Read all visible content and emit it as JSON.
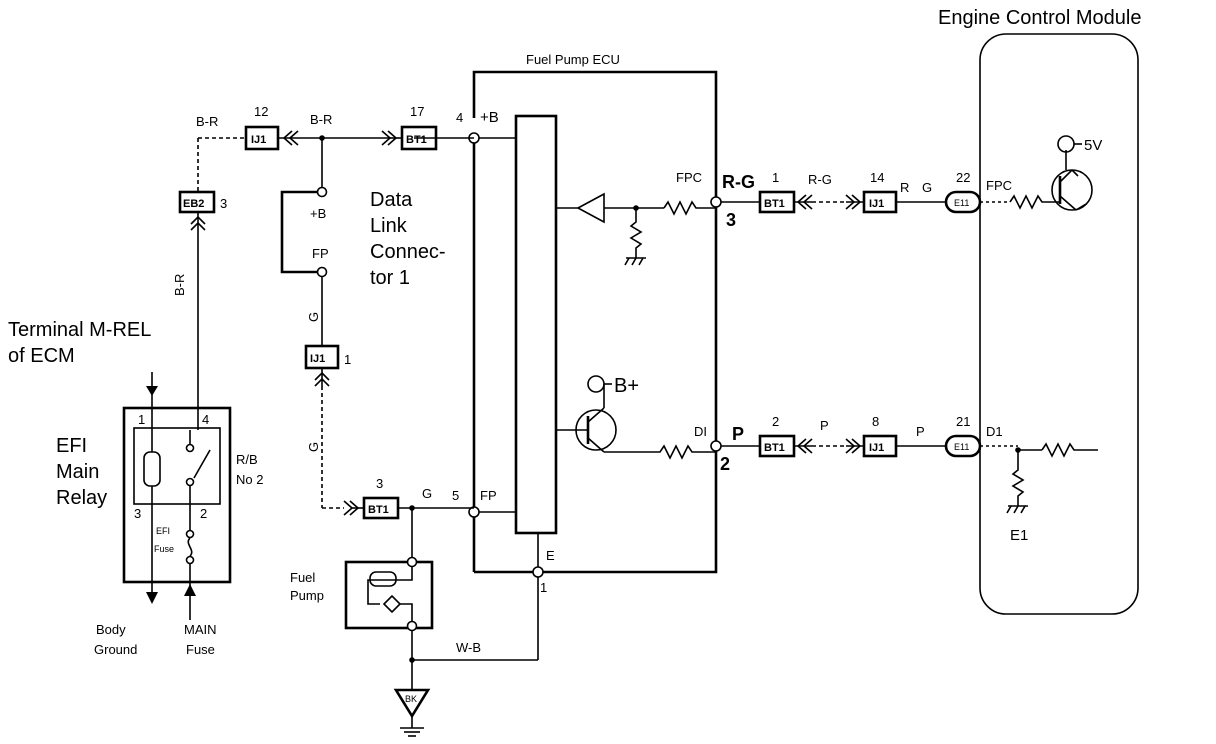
{
  "labels": {
    "ecm_title": "Engine Control Module",
    "ecu_title": "Fuel Pump ECU",
    "terminal_line1": "Terminal M-REL",
    "terminal_line2": "of ECM",
    "relay_line1": "EFI",
    "relay_line2": "Main",
    "relay_line3": "Relay",
    "rb_line1": "R/B",
    "rb_line2": "No 2",
    "efi_fuse1": "EFI",
    "efi_fuse2": "Fuse",
    "body_ground1": "Body",
    "body_ground2": "Ground",
    "main_fuse1": "MAIN",
    "main_fuse2": "Fuse",
    "dlc_line1": "Data",
    "dlc_line2": "Link",
    "dlc_line3": "Connec-",
    "dlc_line4": "tor 1",
    "dlc_pin_b": "+B",
    "dlc_pin_fp": "FP",
    "fuel_pump1": "Fuel",
    "fuel_pump2": "Pump",
    "plus_b": "+B",
    "b_plus": "B+",
    "five_v": "5V",
    "fpc": "FPC",
    "fpc_ecm": "FPC",
    "di": "DI",
    "d1": "D1",
    "e": "E",
    "e1": "E1",
    "fp_pin": "FP",
    "pin_1": "1",
    "pin_2": "2",
    "pin_3": "3",
    "pin_4": "4",
    "pin_5": "5",
    "relay_pin_1": "1",
    "relay_pin_2": "2",
    "relay_pin_3": "3",
    "relay_pin_4": "4",
    "ground_bk": "BK"
  },
  "wires": {
    "b_r_top1": "B-R",
    "b_r_top2": "B-R",
    "b_r_vert": "B-R",
    "g_upper": "G",
    "g_lower": "G",
    "g_fp": "G",
    "r_g_pin": "R-G",
    "r_g_mid": "R-G",
    "r": "R",
    "g": "G",
    "p_pin": "P",
    "p_mid": "P",
    "p_right": "P",
    "w_b": "W-B"
  },
  "connectors": {
    "ij1_top": {
      "name": "IJ1",
      "pin": "12"
    },
    "bt1_top": {
      "name": "BT1",
      "pin": "17"
    },
    "eb2": {
      "name": "EB2",
      "pin": "3"
    },
    "ij1_mid": {
      "name": "IJ1",
      "pin": "1"
    },
    "bt1_fp": {
      "name": "BT1",
      "pin": "3"
    },
    "bt1_fpc": {
      "name": "BT1",
      "pin": "1"
    },
    "ij1_fpc": {
      "name": "IJ1",
      "pin": "14"
    },
    "e11_fpc": {
      "name": "E11",
      "pin": "22"
    },
    "bt1_di": {
      "name": "BT1",
      "pin": "2"
    },
    "ij1_di": {
      "name": "IJ1",
      "pin": "8"
    },
    "e11_di": {
      "name": "E11",
      "pin": "21"
    }
  }
}
